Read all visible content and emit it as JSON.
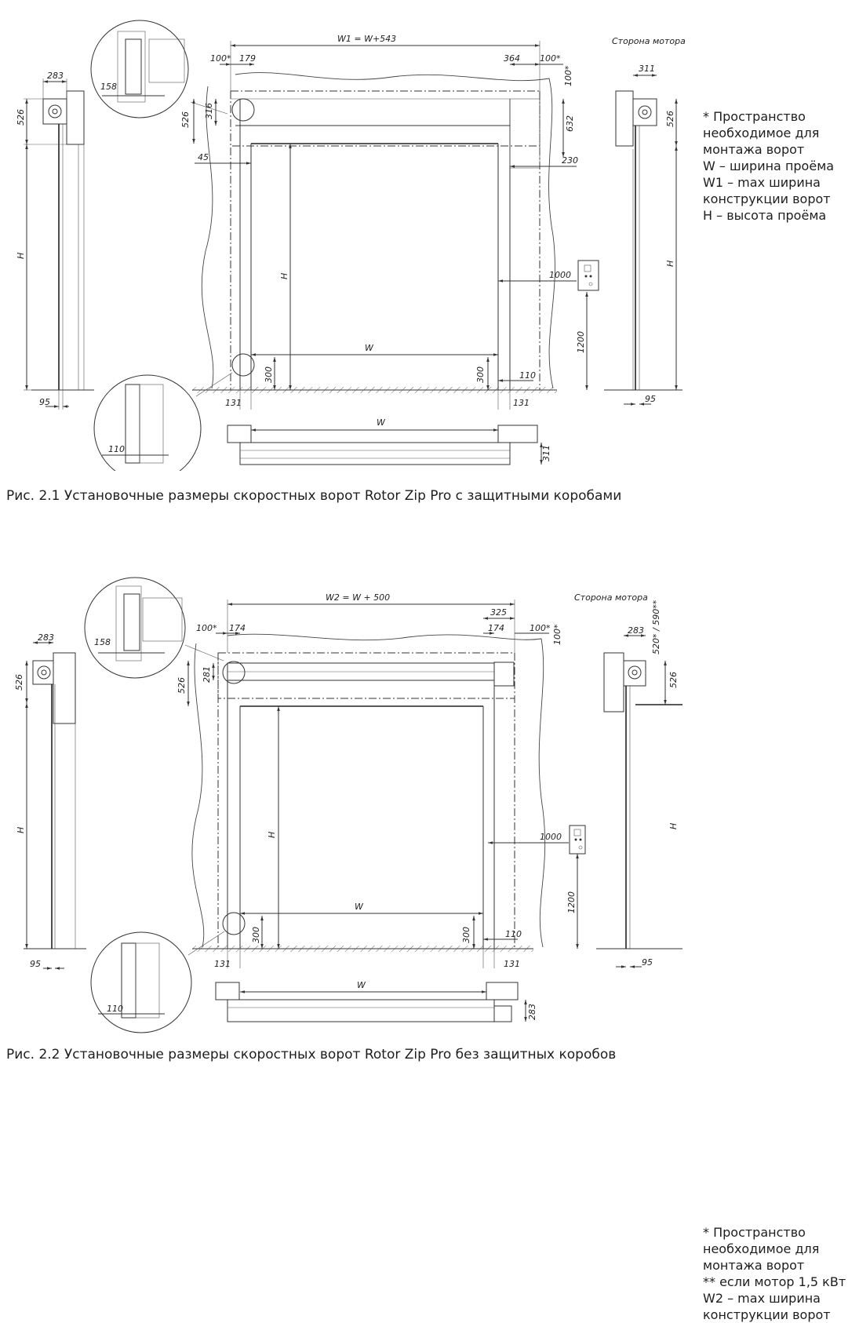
{
  "figure1": {
    "caption": "Рис. 2.1 Установочные размеры скоростных ворот Rotor Zip Pro с защитными коробами",
    "motor_side": "Сторона мотора",
    "notes": [
      "* Пространство",
      "необходимое для",
      "монтажа ворот",
      "W – ширина проёма",
      "W1 – max ширина",
      "конструкции ворот",
      "H – высота проёма"
    ],
    "dims": {
      "w_total": "W1 = W+543",
      "left_space": "100*",
      "left_col": "179",
      "right_col": "364",
      "right_space": "100*",
      "top_space": "100*",
      "box_height": "526",
      "roller_height": "316",
      "right_box": "632",
      "offset_45": "45",
      "offset_230": "230",
      "detail_158": "158",
      "side_width_left": "283",
      "side_width_right": "311",
      "box_left": "526",
      "box_right": "526",
      "height_left": "H",
      "height_center": "H",
      "height_right": "H",
      "control_dist": "1000",
      "control_height": "1200",
      "width_center": "W",
      "bottom_300_left": "300",
      "bottom_300_right": "300",
      "bottom_110": "110",
      "post_left": "131",
      "post_right": "131",
      "side_95_left": "95",
      "side_95_right": "95",
      "detail_110": "110",
      "plan_width": "W",
      "plan_depth": "311"
    }
  },
  "figure2": {
    "caption": "Рис. 2.2 Установочные размеры скоростных ворот Rotor Zip Pro без защитных коробов",
    "motor_side": "Сторона мотора",
    "notes": [
      "* Пространство",
      "необходимое для",
      "монтажа ворот",
      "** если мотор 1,5 кВт",
      "W2 – max ширина",
      "конструкции ворот"
    ],
    "dims": {
      "w_total": "W2 = W + 500",
      "dim_325": "325",
      "left_space": "100*",
      "left_col": "174",
      "right_col": "174",
      "right_space": "100*",
      "top_space": "100*",
      "motor_space": "520* / 590**",
      "box_height": "526",
      "roller_height": "281",
      "detail_158": "158",
      "side_width_left": "283",
      "side_width_right": "283",
      "box_left": "526",
      "box_right": "526",
      "height_left": "H",
      "height_center": "H",
      "height_right": "H",
      "control_dist": "1000",
      "control_height": "1200",
      "width_center": "W",
      "bottom_300_left": "300",
      "bottom_300_right": "300",
      "bottom_110": "110",
      "post_left": "131",
      "post_right": "131",
      "side_95_left": "95",
      "side_95_right": "95",
      "detail_110": "110",
      "plan_width": "W",
      "plan_depth": "283"
    }
  }
}
